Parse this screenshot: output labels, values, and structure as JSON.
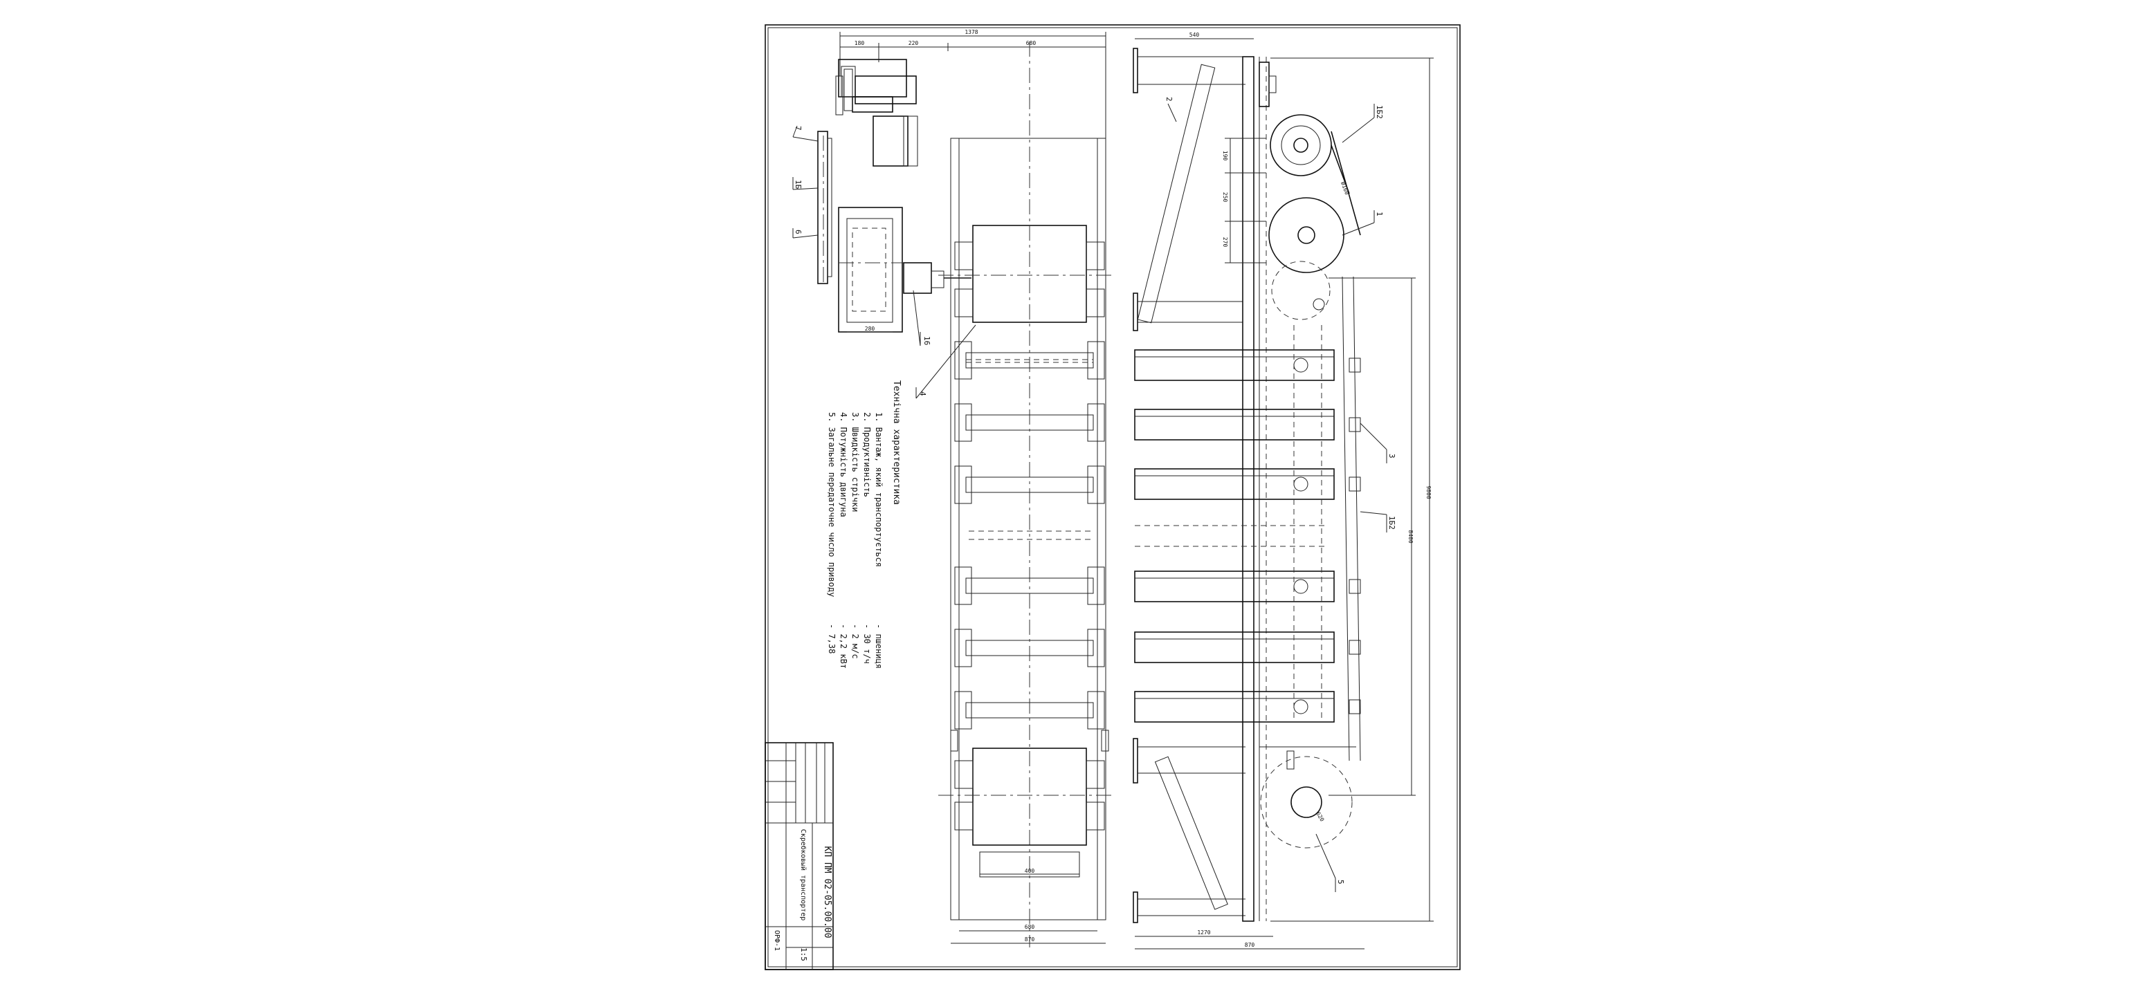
{
  "drawing": {
    "code": "КП ПМ 02-05.00.00",
    "name": "Скребковый транспортер",
    "scale": "1:5",
    "sheet_label": "ОРФ-1"
  },
  "specs": {
    "title": "Технічна характеристика",
    "items": [
      {
        "label": "1. Вантаж, який транспортується",
        "value": "- пшениця"
      },
      {
        "label": "2. Продуктивність",
        "value": "- 30 т/ч"
      },
      {
        "label": "3. Швидкість стрічки",
        "value": "- 2 м/с"
      },
      {
        "label": "4. Потужність двигуна",
        "value": "- 2,2 кВт"
      },
      {
        "label": "5. Загальне передаточне число приводу",
        "value": "- 7,38"
      }
    ]
  },
  "callouts": [
    "7",
    "1Б",
    "6",
    "16",
    "2",
    "1Б2",
    "1",
    "3",
    "1Б2",
    "5",
    "4"
  ],
  "dims": {
    "top_overall": "1378",
    "top_1": "180",
    "top_2": "220",
    "top_3": "680",
    "right_top": "540",
    "right_overall": "9800",
    "right_inner": "8400",
    "bottom_1": "680",
    "bottom_2": "870",
    "bottom_3": "620",
    "bottom_4": "1270",
    "drum": "400",
    "gear": "280",
    "v1": "190",
    "v2": "250",
    "v3": "270",
    "r1": "Ø160"
  }
}
